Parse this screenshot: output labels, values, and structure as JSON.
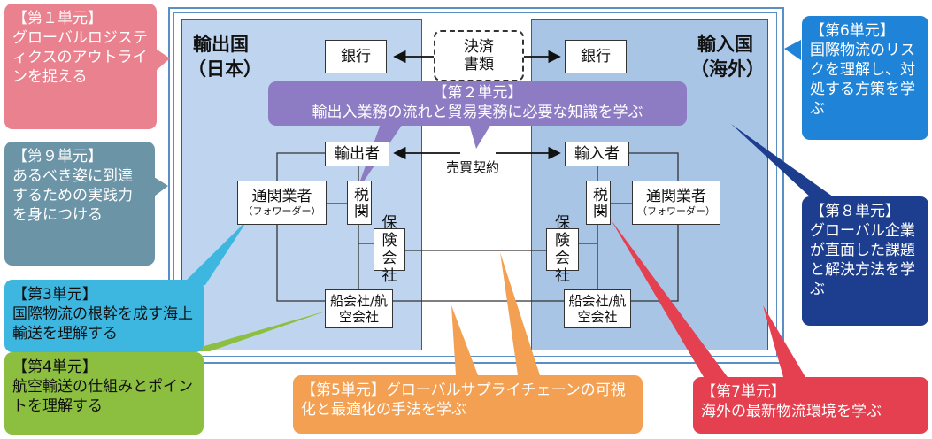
{
  "exporter": {
    "title": "輸出国",
    "sub": "（日本）"
  },
  "importer": {
    "title": "輸入国",
    "sub": "（海外）"
  },
  "nodes": {
    "bank_left": "銀行",
    "bank_right": "銀行",
    "settlement_docs": "決済書類",
    "exporter_party": "輸出者",
    "importer_party": "輸入者",
    "sales_contract": "売買契約",
    "customs_broker_left": "通関業者",
    "customs_broker_left_sub": "（フォワーダー）",
    "customs_broker_right": "通関業者",
    "customs_broker_right_sub": "（フォワーダー）",
    "customs_left": "税関",
    "customs_right": "税関",
    "insurance_left": "保険会社",
    "insurance_right": "保険会社",
    "carrier_left": "船会社/航空会社",
    "carrier_right": "船会社/航空会社"
  },
  "units": {
    "u1": {
      "label": "【第１単元】",
      "text": "グローバルロジスティクスのアウトラインを捉える",
      "color": "#e9818e"
    },
    "u2": {
      "label": "【第２単元】",
      "text": "輸出入業務の流れと貿易実務に必要な知識を学ぶ",
      "color": "#8d7cc3"
    },
    "u3": {
      "label": "【第3単元】",
      "text": "国際物流の根幹を成す海上輸送を理解する",
      "color": "#3db6e0"
    },
    "u4": {
      "label": "【第4単元】",
      "text": "航空輸送の仕組みとポイントを理解する",
      "color": "#8cbf3f"
    },
    "u5": {
      "label": "【第5単元】",
      "text": "グローバルサプライチェーンの可視化と最適化の手法を学ぶ",
      "color": "#f3a052"
    },
    "u6": {
      "label": "【第6単元】",
      "text": "国際物流のリスクを理解し、対処する方策を学ぶ",
      "color": "#1f83d8"
    },
    "u7": {
      "label": "【第7単元】",
      "text": "海外の最新物流環境を学ぶ",
      "color": "#e4404f"
    },
    "u8": {
      "label": "【第８単元】",
      "text": "グローバル企業が直面した課題と解決方法を学ぶ",
      "color": "#1d3e8f"
    },
    "u9": {
      "label": "【第９単元】",
      "text": "あるべき姿に到達するための実践力を身につける",
      "color": "#6b94a6"
    }
  },
  "colors": {
    "frame": "#5a8fc6",
    "export_bg": "#bfd5ef",
    "import_bg": "#a9c5e6",
    "connector": "#333333"
  }
}
